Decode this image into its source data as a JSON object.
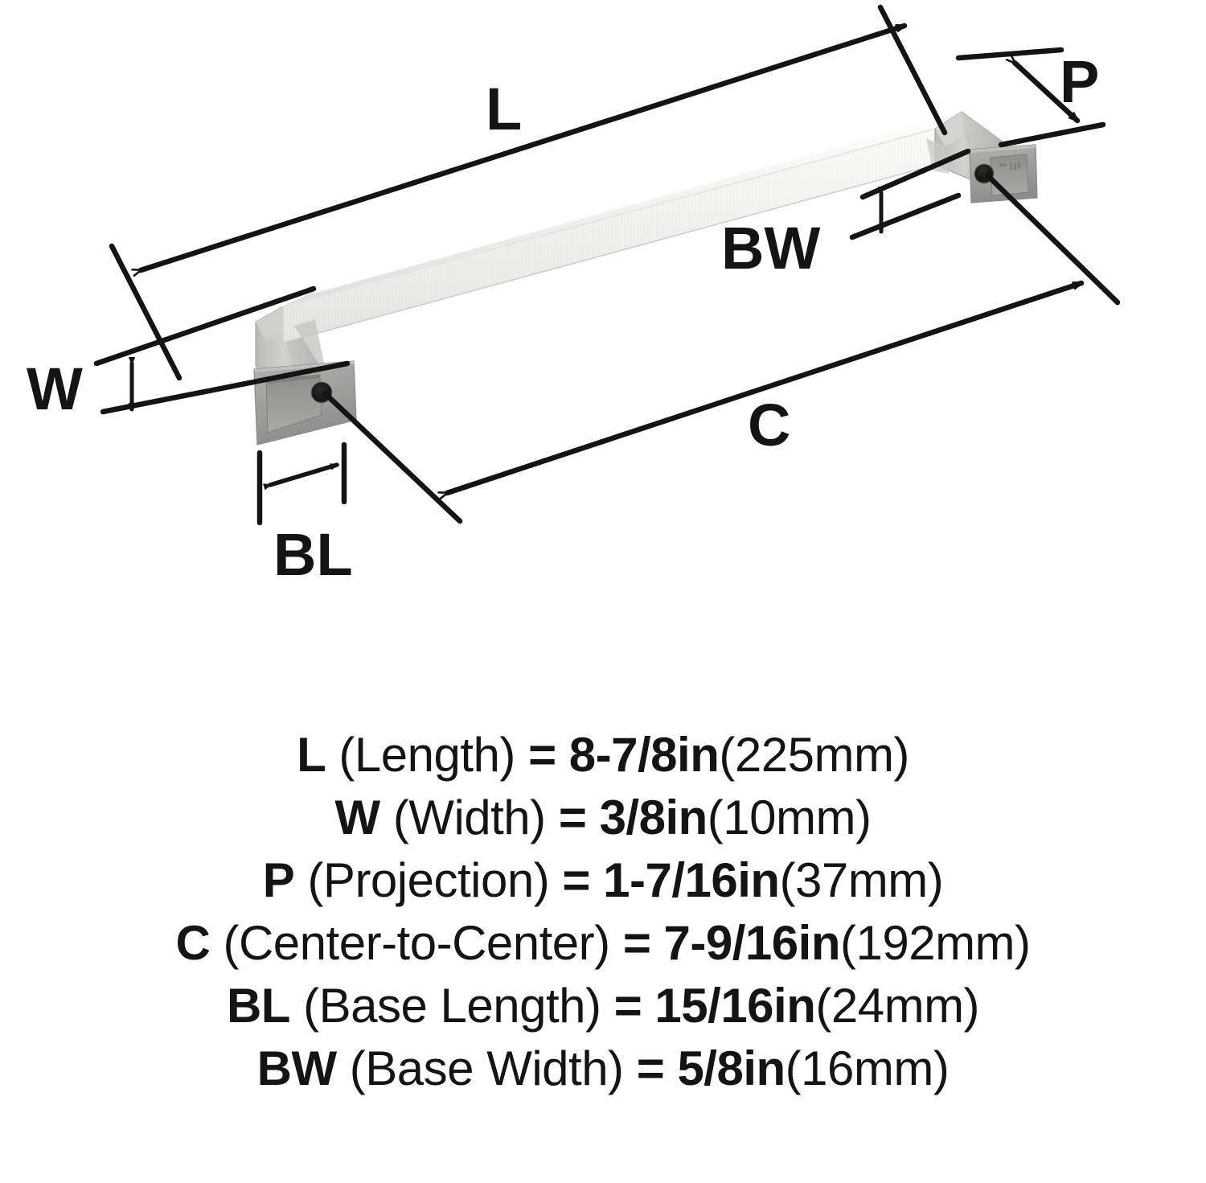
{
  "product": {
    "type": "cabinet-pull-handle",
    "finish_color": "#e9e9e7",
    "base_color": "#9d9d9b",
    "line_color": "#141414"
  },
  "diagram": {
    "labels": [
      {
        "key": "L",
        "text": "L",
        "name": "dimension-label-l"
      },
      {
        "key": "P",
        "text": "P",
        "name": "dimension-label-p"
      },
      {
        "key": "BW",
        "text": "BW",
        "name": "dimension-label-bw"
      },
      {
        "key": "W",
        "text": "W",
        "name": "dimension-label-w"
      },
      {
        "key": "C",
        "text": "C",
        "name": "dimension-label-c"
      },
      {
        "key": "BL",
        "text": "BL",
        "name": "dimension-label-bl"
      }
    ]
  },
  "specs": [
    {
      "code": "L",
      "desc": "(Length)",
      "eq": "=",
      "value": "8-7/8in",
      "metric": "(225mm)"
    },
    {
      "code": "W",
      "desc": "(Width)",
      "eq": "=",
      "value": "3/8in",
      "metric": "(10mm)"
    },
    {
      "code": "P",
      "desc": "(Projection)",
      "eq": "=",
      "value": "1-7/16in",
      "metric": "(37mm)"
    },
    {
      "code": "C",
      "desc": "(Center-to-Center)",
      "eq": "=",
      "value": "7-9/16in",
      "metric": "(192mm)"
    },
    {
      "code": "BL",
      "desc": "(Base Length)",
      "eq": "=",
      "value": "15/16in",
      "metric": "(24mm)"
    },
    {
      "code": "BW",
      "desc": "(Base Width)",
      "eq": "=",
      "value": "5/8in",
      "metric": "(16mm)"
    }
  ]
}
